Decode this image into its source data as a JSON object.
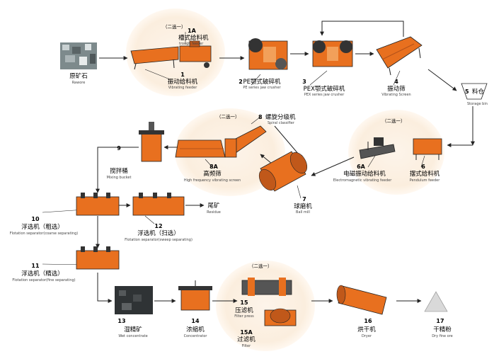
{
  "nodes": [
    {
      "id": "raw-ore",
      "num": "",
      "zh": "原矿石",
      "en": "Rawore"
    },
    {
      "id": "trough-feeder",
      "num": "1A",
      "zh": "槽式给料机",
      "en": "trough feeder"
    },
    {
      "id": "vibrating-feeder",
      "num": "1",
      "zh": "振动给料机",
      "en": "Vibrating feeder"
    },
    {
      "id": "pe-jaw-crusher",
      "num": "2",
      "zh": "PE颚式破碎机",
      "en": "PE series jaw crusher"
    },
    {
      "id": "pex-jaw-crusher",
      "num": "3",
      "zh": "PEX颚式破碎机",
      "en": "PEX series jaw crusher"
    },
    {
      "id": "vibrating-screen",
      "num": "4",
      "zh": "振动筛",
      "en": "Vibrating Screen"
    },
    {
      "id": "storage-bin",
      "num": "5",
      "zh": "料仓",
      "en": "Storage bin"
    },
    {
      "id": "em-feeder",
      "num": "6A",
      "zh": "电磁振动给料机",
      "en": "Electromagnetic vibrating feeder"
    },
    {
      "id": "pendulum-feeder",
      "num": "6",
      "zh": "摆式给料机",
      "en": "Pendulum feeder"
    },
    {
      "id": "ball-mill",
      "num": "7",
      "zh": "球磨机",
      "en": "Ball mill"
    },
    {
      "id": "spiral-classifier",
      "num": "8",
      "zh": "螺旋分级机",
      "en": "Spiral classifier"
    },
    {
      "id": "hf-screen",
      "num": "8A",
      "zh": "高频筛",
      "en": "High frequency vibrating screen"
    },
    {
      "id": "mixing-bucket",
      "num": "9",
      "zh": "搅拌桶",
      "en": "Mixing bucket"
    },
    {
      "id": "flotation-coarse",
      "num": "10",
      "zh": "浮选机（粗选）",
      "en": "Flotation separator(coarse separating)"
    },
    {
      "id": "flotation-sweep",
      "num": "12",
      "zh": "浮选机（扫选）",
      "en": "Flotation separator(sweep separating)"
    },
    {
      "id": "residue",
      "num": "",
      "zh": "尾矿",
      "en": "Residue"
    },
    {
      "id": "flotation-fine",
      "num": "11",
      "zh": "浮选机（精选）",
      "en": "Flotation separator(fine separating)"
    },
    {
      "id": "wet-concentrate",
      "num": "13",
      "zh": "湿精矿",
      "en": "Wet concentrate"
    },
    {
      "id": "concentrator",
      "num": "14",
      "zh": "浓缩机",
      "en": "Concentrator"
    },
    {
      "id": "filter-press",
      "num": "15",
      "zh": "压滤机",
      "en": "Filter press"
    },
    {
      "id": "filter",
      "num": "15A",
      "zh": "过滤机",
      "en": "Filter"
    },
    {
      "id": "dryer",
      "num": "16",
      "zh": "烘干机",
      "en": "Dryer"
    },
    {
      "id": "dry-fine-ore",
      "num": "17",
      "zh": "干精粉",
      "en": "Dry fine ore"
    }
  ],
  "choice_label": "（二选一）",
  "colors": {
    "equipment": "#e8701f",
    "dark": "#333333",
    "bubble": "#fbeede",
    "arrow": "#222222"
  }
}
